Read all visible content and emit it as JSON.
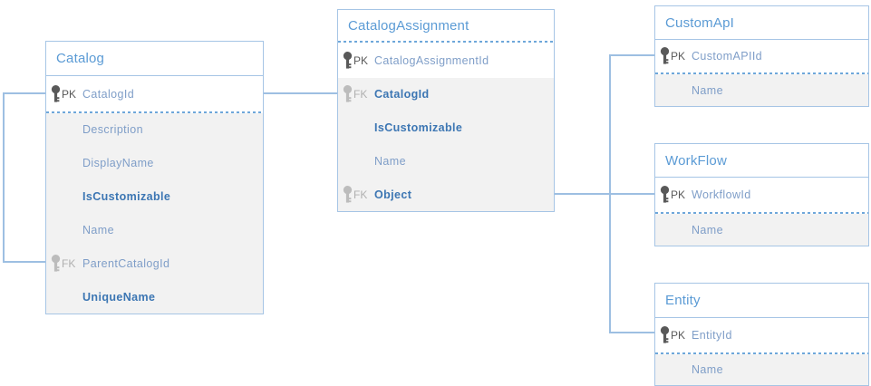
{
  "colors": {
    "table_border": "#a6c5e5",
    "header_text": "#5b9bd5",
    "column_text": "#7f9ec8",
    "column_text_bold": "#3c76b3",
    "pk_label": "#595959",
    "fk_label": "#b0b0b0",
    "pk_icon": "#595959",
    "fk_icon": "#bcbcbc",
    "gray_section_bg": "#f2f2f2",
    "dashed_line": "#6ea7da",
    "connector": "#9dbfe2"
  },
  "tables": [
    {
      "name": "Catalog",
      "header_divider": "solid",
      "pk_divider": "dashed",
      "columns": [
        {
          "key": "PK",
          "name": "CatalogId",
          "bold": false,
          "section": "white"
        },
        {
          "key": "",
          "name": "Description",
          "bold": false,
          "section": "gray"
        },
        {
          "key": "",
          "name": "DisplayName",
          "bold": false,
          "section": "gray"
        },
        {
          "key": "",
          "name": "IsCustomizable",
          "bold": true,
          "section": "gray"
        },
        {
          "key": "",
          "name": "Name",
          "bold": false,
          "section": "gray"
        },
        {
          "key": "FK",
          "name": "ParentCatalogId",
          "bold": false,
          "section": "gray"
        },
        {
          "key": "",
          "name": "UniqueName",
          "bold": true,
          "section": "gray"
        }
      ]
    },
    {
      "name": "CatalogAssignment",
      "header_divider": "dashed",
      "pk_divider": "none",
      "columns": [
        {
          "key": "PK",
          "name": "CatalogAssignmentId",
          "bold": false,
          "section": "white"
        },
        {
          "key": "FK",
          "name": "CatalogId",
          "bold": true,
          "section": "gray"
        },
        {
          "key": "",
          "name": "IsCustomizable",
          "bold": true,
          "section": "gray"
        },
        {
          "key": "",
          "name": "Name",
          "bold": false,
          "section": "gray"
        },
        {
          "key": "FK",
          "name": "Object",
          "bold": true,
          "section": "gray"
        }
      ]
    },
    {
      "name": "CustomApI",
      "header_divider": "solid",
      "pk_divider": "dashed",
      "columns": [
        {
          "key": "PK",
          "name": "CustomAPIId",
          "bold": false,
          "section": "white"
        },
        {
          "key": "",
          "name": "Name",
          "bold": false,
          "section": "gray"
        }
      ]
    },
    {
      "name": "WorkFlow",
      "header_divider": "solid",
      "pk_divider": "dashed",
      "columns": [
        {
          "key": "PK",
          "name": "WorkflowId",
          "bold": false,
          "section": "white"
        },
        {
          "key": "",
          "name": "Name",
          "bold": false,
          "section": "gray"
        }
      ]
    },
    {
      "name": "Entity",
      "header_divider": "solid",
      "pk_divider": "dashed",
      "columns": [
        {
          "key": "PK",
          "name": "EntityId",
          "bold": false,
          "section": "white"
        },
        {
          "key": "",
          "name": "Name",
          "bold": false,
          "section": "gray"
        }
      ]
    }
  ],
  "relationships": [
    {
      "from": "Catalog.ParentCatalogId",
      "to": "Catalog.CatalogId",
      "type": "self-reference"
    },
    {
      "from": "CatalogAssignment.CatalogId",
      "to": "Catalog.CatalogId",
      "type": "association"
    },
    {
      "from": "CatalogAssignment.Object",
      "to": "CustomApI.CustomAPIId",
      "type": "association"
    },
    {
      "from": "CatalogAssignment.Object",
      "to": "WorkFlow.WorkflowId",
      "type": "association"
    },
    {
      "from": "CatalogAssignment.Object",
      "to": "Entity.EntityId",
      "type": "association"
    }
  ]
}
